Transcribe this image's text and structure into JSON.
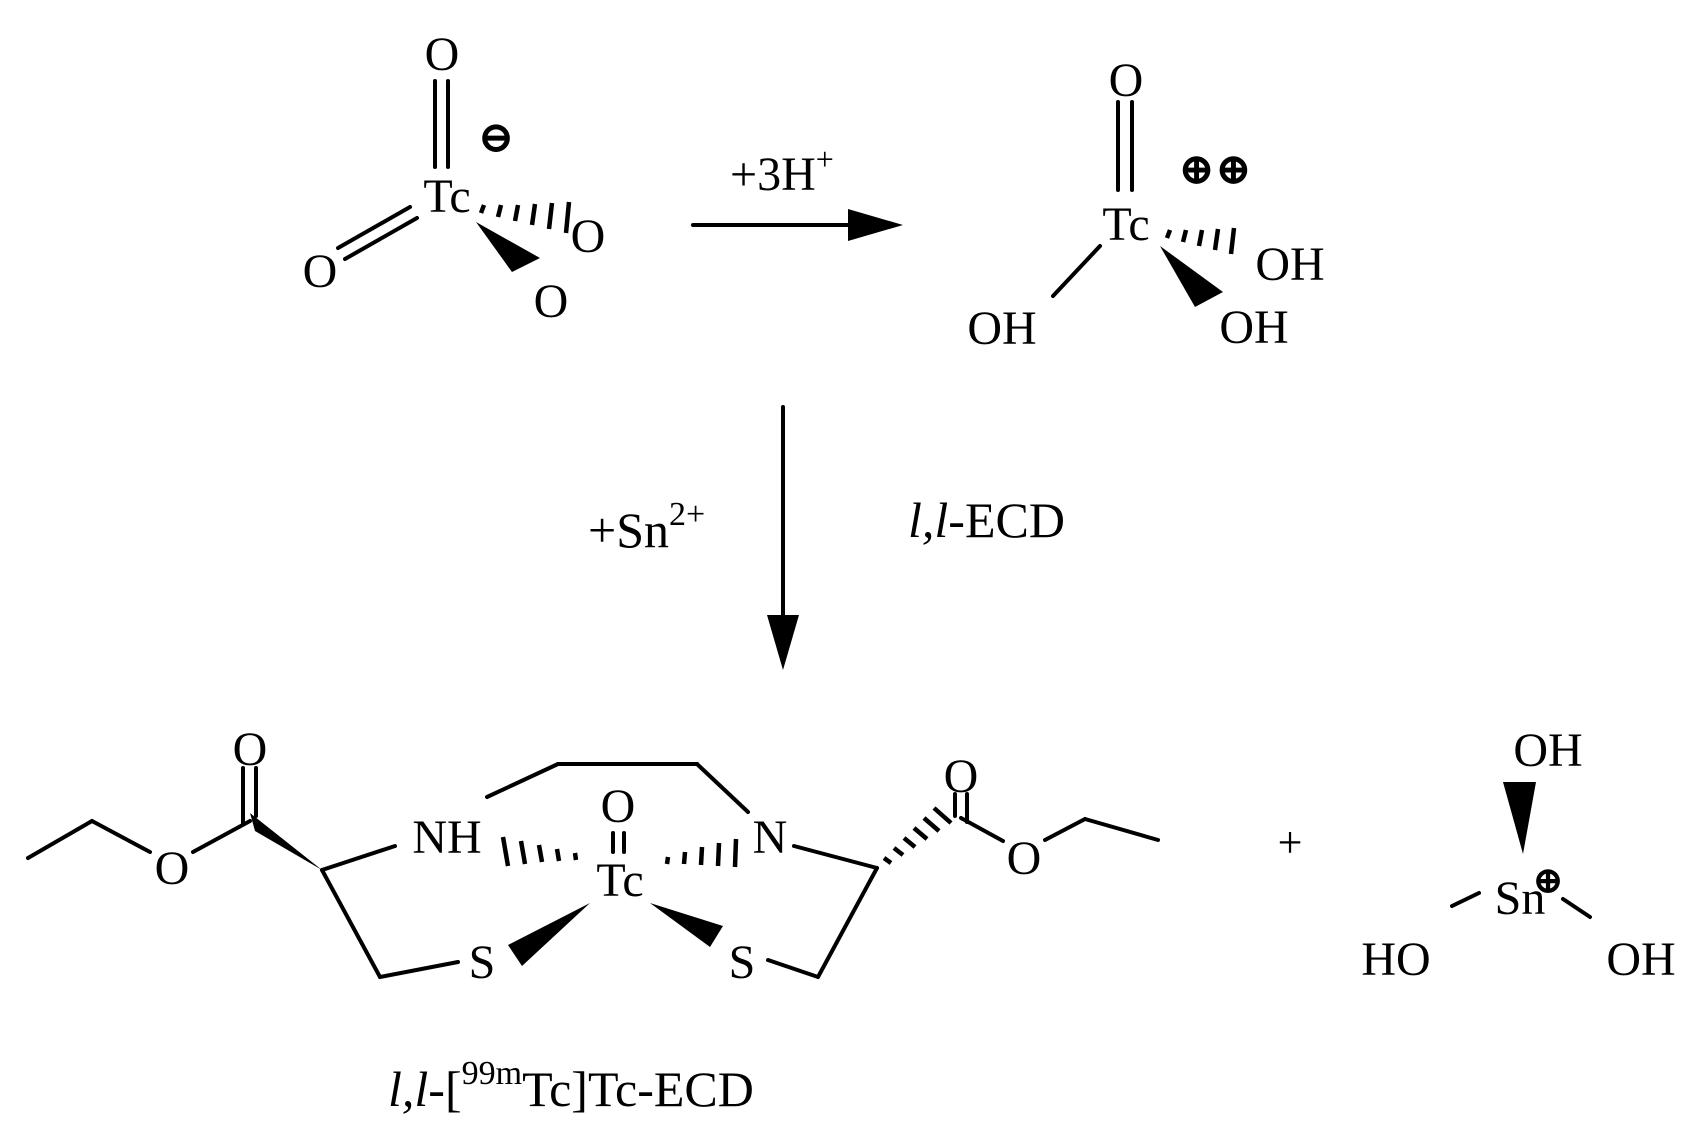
{
  "pertechnetate": {
    "metal": "Tc",
    "oxo_top": "O",
    "oxo_left": "O",
    "oxo_hashed": "O",
    "oxo_wedged": "O",
    "charge": "⊖"
  },
  "step1": {
    "reagent_prefix": "+3H",
    "reagent_sup": "+"
  },
  "intermediate": {
    "metal": "Tc",
    "oxo_top": "O",
    "hydroxyl_left": "OH",
    "hydroxyl_hashed": "OH",
    "hydroxyl_wedged": "OH",
    "charge": "⊕⊕"
  },
  "step2": {
    "reagent_prefix": "+Sn",
    "reagent_sup": "2+",
    "ligand_italic": "l,l",
    "ligand_rest": "-ECD"
  },
  "product": {
    "metal": "Tc",
    "oxo": "O",
    "amine": "NH",
    "imine": "N",
    "sulfur_left": "S",
    "sulfur_right": "S",
    "carbonyl_left": "O",
    "ester_o_left": "O",
    "carbonyl_right": "O",
    "ester_o_right": "O",
    "name_italic": "l,l",
    "name_bracket": "-[",
    "name_sup": "99m",
    "name_rest": "Tc]Tc-ECD"
  },
  "plus_sign": "+",
  "tin_byproduct": {
    "metal": "Sn",
    "charge": "⊕",
    "hydroxyl_top": "OH",
    "hydroxyl_left": "HO",
    "hydroxyl_right": "OH"
  }
}
